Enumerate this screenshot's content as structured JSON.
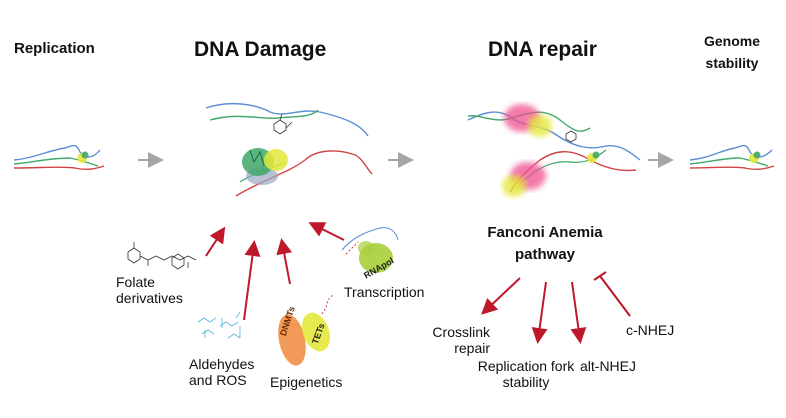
{
  "stages": {
    "replication": "Replication",
    "damage": "DNA Damage",
    "repair": "DNA repair",
    "genome_line1": "Genome",
    "genome_line2": "stability"
  },
  "sources": {
    "folate_line1": "Folate",
    "folate_line2": "derivatives",
    "aldehydes_line1": "Aldehydes",
    "aldehydes_line2": "and ROS",
    "epigenetics": "Epigenetics",
    "transcription": "Transcription",
    "dnmts_tag": "DNMTs",
    "tets_tag": "TETs",
    "rnapol_tag": "RNApol"
  },
  "pathway": {
    "title_line1": "Fanconi Anemia",
    "title_line2": "pathway",
    "outcomes": {
      "crosslink_line1": "Crosslink",
      "crosslink_line2": "repair",
      "fork_line1": "Replication fork",
      "fork_line2": "stability",
      "alt_nhej": "alt-NHEJ",
      "c_nhej": "c-NHEJ"
    }
  },
  "colors": {
    "arrow_red": "#c0182b",
    "arrow_grey": "#a6a6a6",
    "strand_blue": "#5b8fd6",
    "strand_green": "#3fa86a",
    "strand_red": "#d04545",
    "protein_pink": "#ef4f8f",
    "protein_yellow": "#e4e83a",
    "dnmt_orange": "#f08a3c",
    "rnapol_green": "#a8cf3a"
  }
}
